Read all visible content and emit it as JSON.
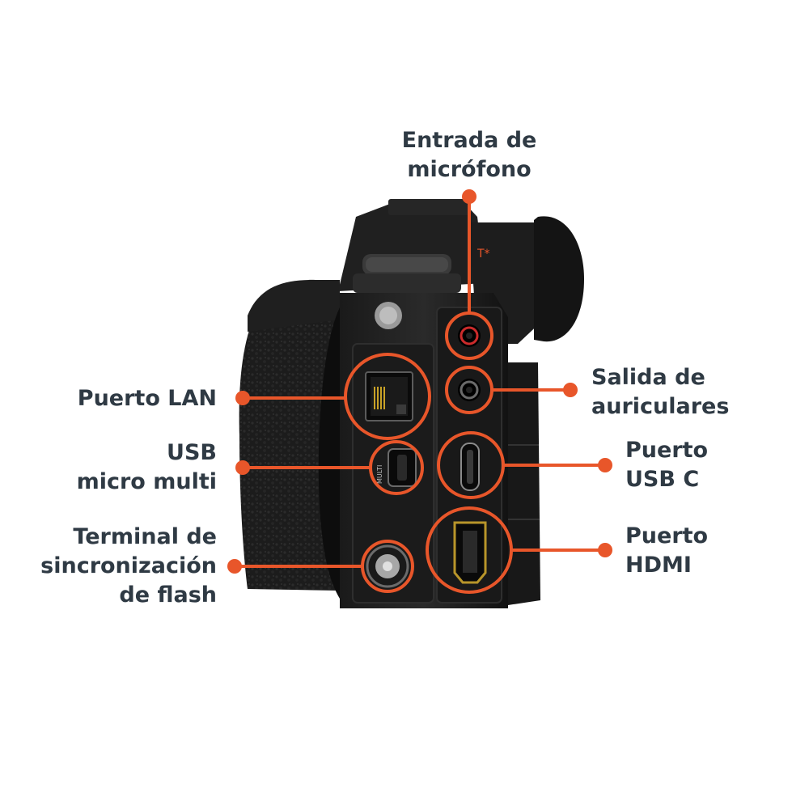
{
  "colors": {
    "accent": "#e8562a",
    "text": "#2f3a44",
    "body": "#151515",
    "body_light": "#2a2a2a"
  },
  "callouts": {
    "mic_input": {
      "lines": [
        "Entrada de",
        "micrófono"
      ]
    },
    "headphone_output": {
      "lines": [
        "Salida de",
        "auriculares"
      ]
    },
    "lan_port": {
      "lines": [
        "Puerto LAN"
      ]
    },
    "usb_micro_multi": {
      "lines": [
        "USB",
        "micro multi"
      ]
    },
    "usb_c_port": {
      "lines": [
        "Puerto",
        "USB C"
      ]
    },
    "hdmi_port": {
      "lines": [
        "Puerto",
        "HDMI"
      ]
    },
    "flash_sync": {
      "lines": [
        "Terminal de",
        "sincronización",
        "de flash"
      ]
    }
  },
  "camera_markings": {
    "zeiss_mark": "T*",
    "usb_port_text": "MULTI"
  },
  "icons": [
    "camera-body",
    "rj45-lan-port",
    "micro-usb-port",
    "usb-c-port",
    "hdmi-port",
    "headphone-jack",
    "microphone-jack",
    "flash-sync-terminal"
  ]
}
